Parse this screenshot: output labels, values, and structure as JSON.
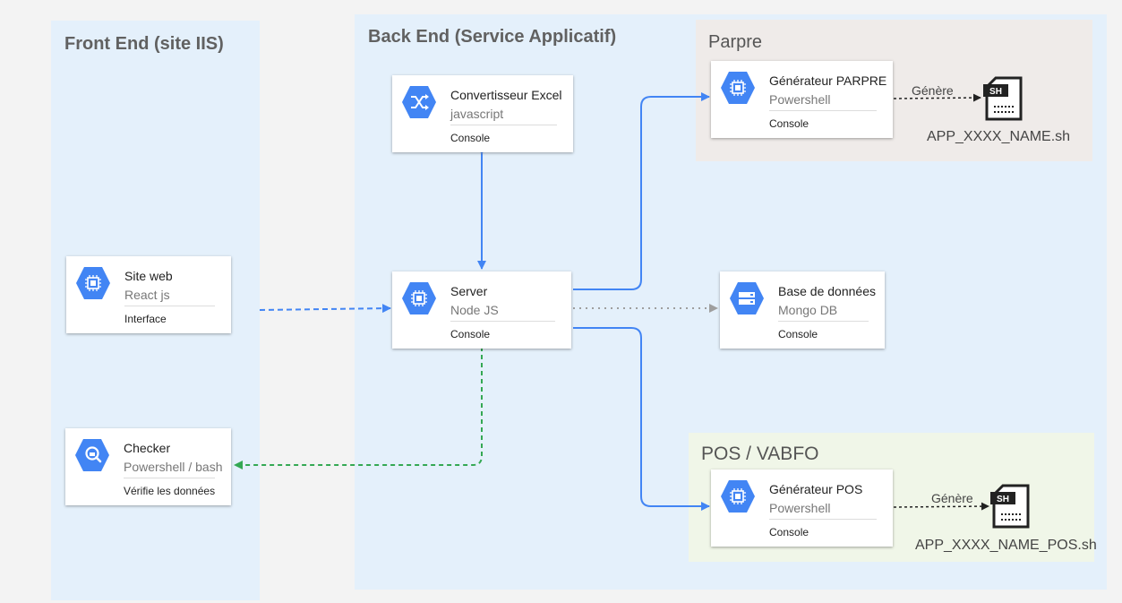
{
  "zones": {
    "front": "Front End (site IIS)",
    "back": "Back End (Service Applicatif)",
    "parpre": "Parpre",
    "pos": "POS / VABFO"
  },
  "cards": {
    "site_web": {
      "title": "Site web",
      "subtitle": "React js",
      "footer": "Interface",
      "icon": "compute-engine-icon"
    },
    "checker": {
      "title": "Checker",
      "subtitle": "Powershell / bash",
      "footer": "Vérifie les données",
      "icon": "data-inspection-icon"
    },
    "convertisseur": {
      "title": "Convertisseur Excel",
      "subtitle": "javascript",
      "footer": "Console",
      "icon": "shuffle-icon"
    },
    "server": {
      "title": "Server",
      "subtitle": "Node JS",
      "footer": "Console",
      "icon": "compute-engine-icon"
    },
    "base": {
      "title": "Base de données",
      "subtitle": "Mongo DB",
      "footer": "Console",
      "icon": "database-icon"
    },
    "gen_parpre": {
      "title": "Générateur PARPRE",
      "subtitle": "Powershell",
      "footer": "Console",
      "icon": "compute-engine-icon"
    },
    "gen_pos": {
      "title": "Générateur POS",
      "subtitle": "Powershell",
      "footer": "Console",
      "icon": "compute-engine-icon"
    }
  },
  "edges": {
    "genere_parpre": "Génère",
    "genere_pos": "Génère"
  },
  "files": {
    "parpre": {
      "name": "APP_XXXX_NAME.sh",
      "badge": "SH",
      "icon": "sh-file-icon"
    },
    "pos": {
      "name": "APP_XXXX_NAME_POS.sh",
      "badge": "SH",
      "icon": "sh-file-icon"
    }
  },
  "colors": {
    "blue": "#4285f4",
    "green": "#34a853",
    "gray": "#9e9e9e",
    "front_bg": "#e4f0fb",
    "parpre_bg": "#efebe9",
    "pos_bg": "#f0f6e8"
  }
}
